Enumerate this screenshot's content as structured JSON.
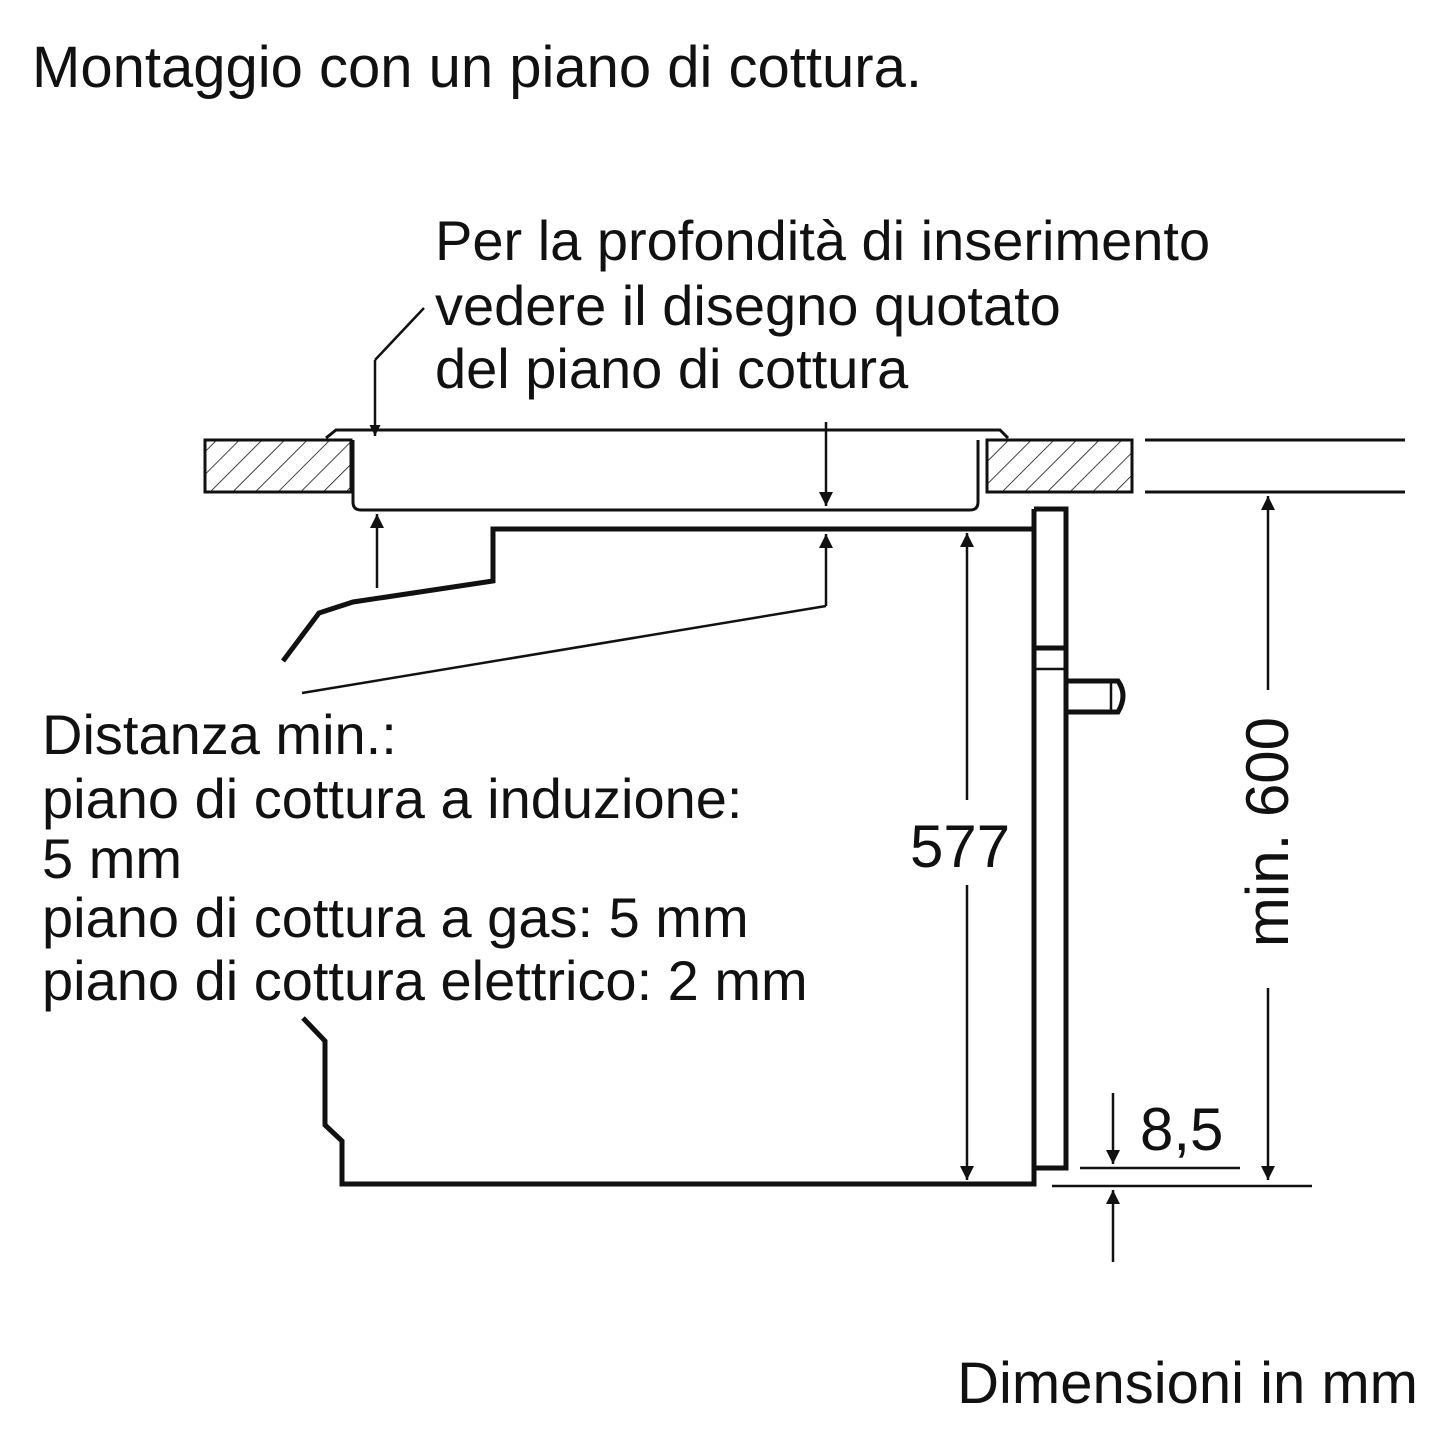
{
  "title": "Montaggio con un piano di cottura.",
  "note_depth": {
    "lines": [
      "Per la profondità di inserimento",
      "vedere il disegno quotato",
      "del piano di cottura"
    ]
  },
  "note_distance": {
    "lines": [
      "Distanza min.:",
      "piano di cottura a induzione:",
      "5 mm",
      "piano di cottura a gas: 5 mm",
      "piano di cottura elettrico: 2 mm"
    ]
  },
  "dimensions": {
    "oven_height": "577",
    "niche_height": "min. 600",
    "door_offset": "8,5"
  },
  "footer": "Dimensioni in mm",
  "colors": {
    "line": "#111111",
    "background": "#ffffff"
  }
}
